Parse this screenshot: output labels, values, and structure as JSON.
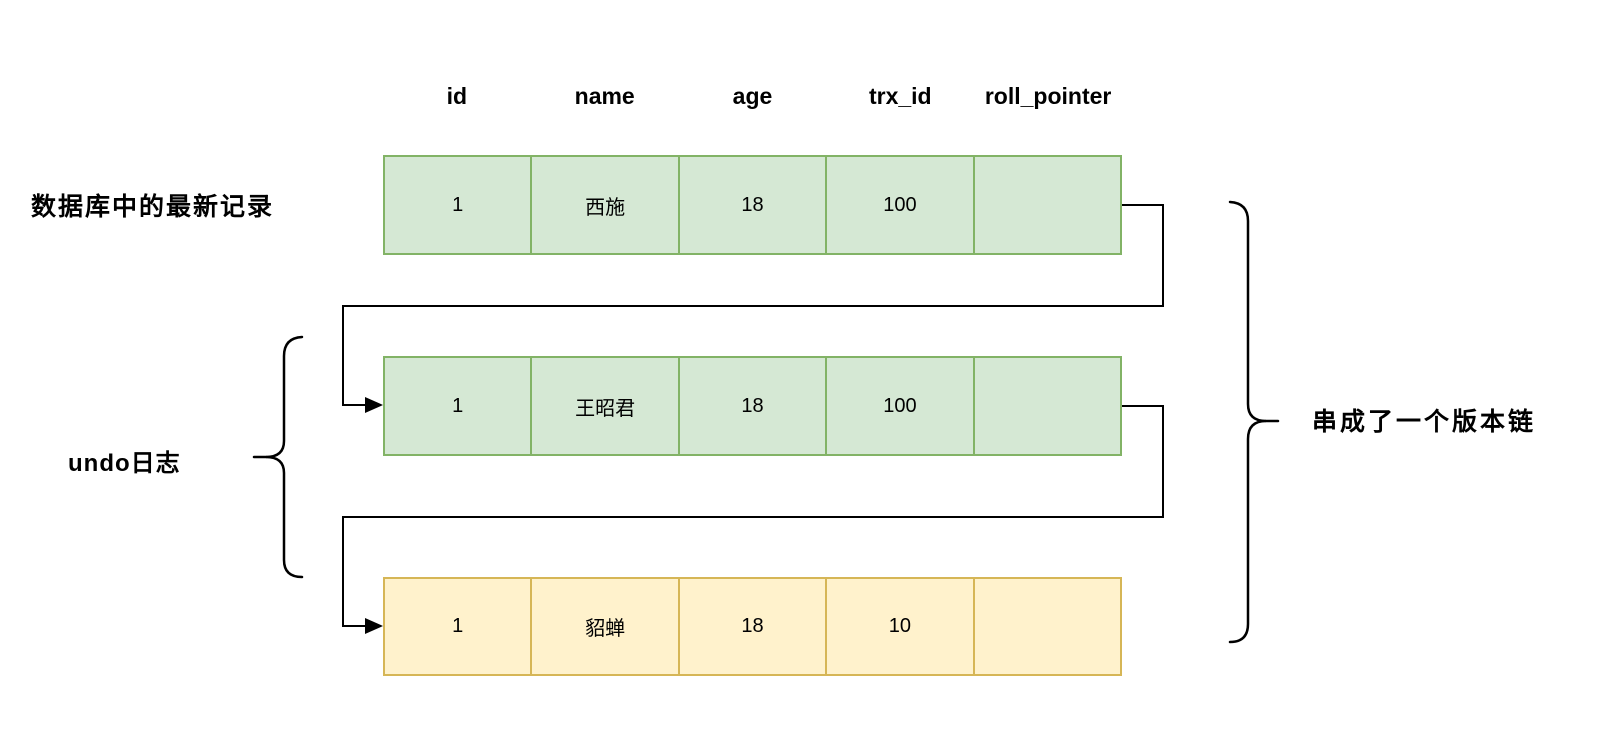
{
  "diagram": {
    "subject": "mvcc-undo-log-version-chain"
  },
  "table": {
    "headers": [
      "id",
      "name",
      "age",
      "trx_id",
      "roll_pointer"
    ],
    "rows": [
      [
        "1",
        "西施",
        "18",
        "100",
        ""
      ],
      [
        "1",
        "王昭君",
        "18",
        "100",
        ""
      ],
      [
        "1",
        "貂蝉",
        "18",
        "10",
        ""
      ]
    ],
    "row_variants": [
      "green",
      "green",
      "yellow"
    ]
  },
  "labels": {
    "latest_record": "数据库中的最新记录",
    "undo_log": "undo日志",
    "version_chain": "串成了一个版本链"
  },
  "colors": {
    "row_green_fill": "#d5e8d4",
    "row_green_border": "#82b366",
    "row_yellow_fill": "#fff2cc",
    "row_yellow_border": "#d6b656",
    "connector_line": "#000000",
    "text": "#000000",
    "background": "#ffffff"
  }
}
